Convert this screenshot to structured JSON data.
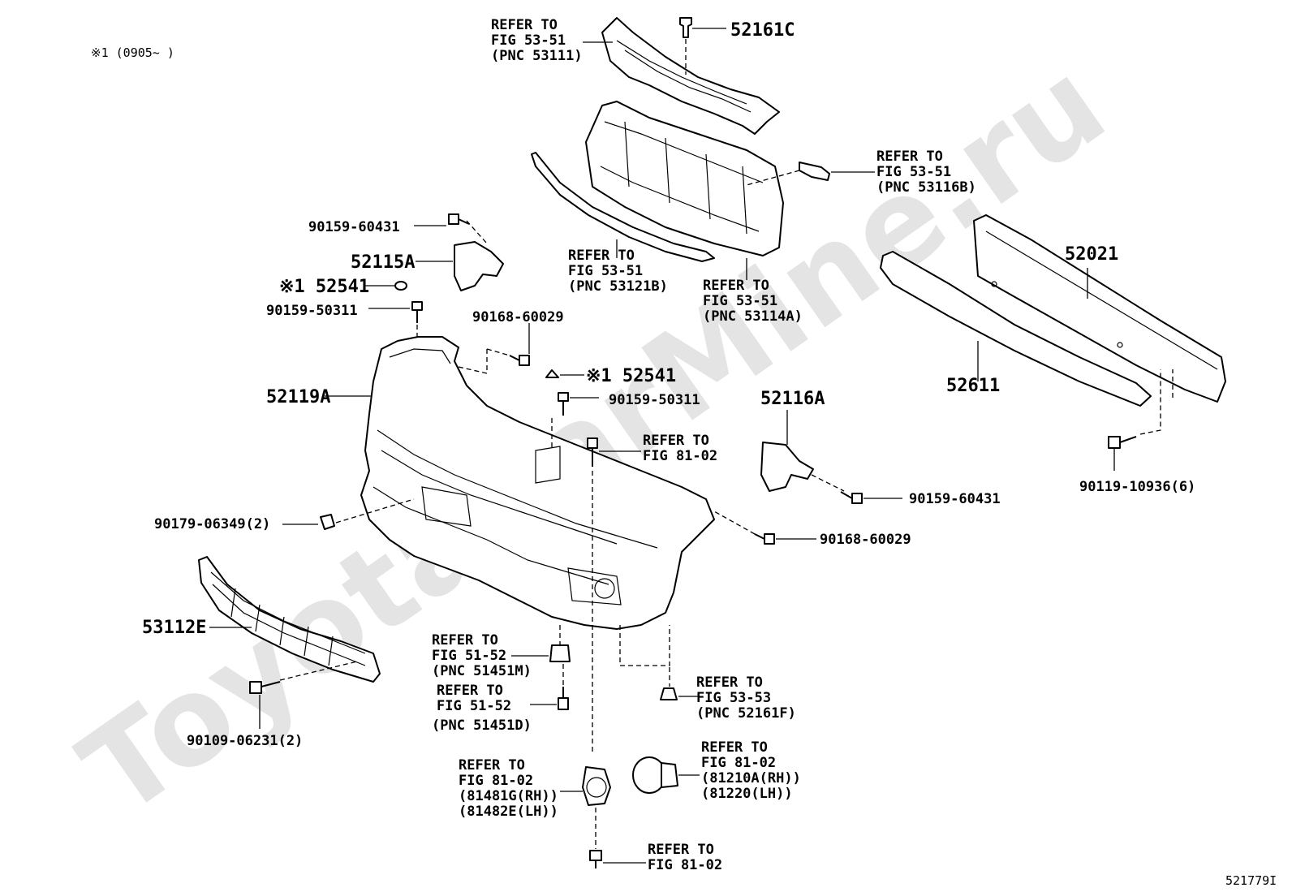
{
  "watermark": "ToyotaCarMine.ru",
  "note": "※1 (0905~   )",
  "diagram_id": "521779I",
  "labels": {
    "p52161C": "52161C",
    "r53111_1": "REFER TO",
    "r53111_2": "FIG 53-51",
    "r53111_3": "(PNC 53111)",
    "r53116B_1": "REFER TO",
    "r53116B_2": "FIG 53-51",
    "r53116B_3": "(PNC 53116B)",
    "p90159_60431a": "90159-60431",
    "p52115A": "52115A",
    "p52541a": "※1 52541",
    "p90159_50311a": "90159-50311",
    "r53121B_1": "REFER TO",
    "r53121B_2": "FIG 53-51",
    "r53121B_3": "(PNC 53121B)",
    "r53114A_1": "REFER TO",
    "r53114A_2": "FIG 53-51",
    "r53114A_3": "(PNC 53114A)",
    "p52021": "52021",
    "p90168_60029a": "90168-60029",
    "p52541b": "※1 52541",
    "p90159_50311b": "90159-50311",
    "p52119A": "52119A",
    "p52611": "52611",
    "p52116A": "52116A",
    "r8102a_1": "REFER TO",
    "r8102a_2": "FIG 81-02",
    "p90159_60431b": "90159-60431",
    "p90119_10936": "90119-10936(6)",
    "p90179_06349": "90179-06349(2)",
    "p90168_60029b": "90168-60029",
    "p53112E": "53112E",
    "r51451M_1": "REFER TO",
    "r51451M_2": "FIG 51-52",
    "r51451M_3": "(PNC 51451M)",
    "r51451D_1": "REFER TO",
    "r51451D_2": "FIG 51-52",
    "r51451D_3": "(PNC 51451D)",
    "r52161F_1": "REFER TO",
    "r52161F_2": "FIG 53-53",
    "r52161F_3": "(PNC 52161F)",
    "p90109_06231": "90109-06231(2)",
    "r81481_1": "REFER TO",
    "r81481_2": "FIG 81-02",
    "r81481_3": "(81481G(RH))",
    "r81481_4": "(81482E(LH))",
    "r81210_1": "REFER TO",
    "r81210_2": "FIG 81-02",
    "r81210_3": "(81210A(RH))",
    "r81210_4": "(81220(LH))",
    "r8102b_1": "REFER TO",
    "r8102b_2": "FIG 81-02"
  }
}
